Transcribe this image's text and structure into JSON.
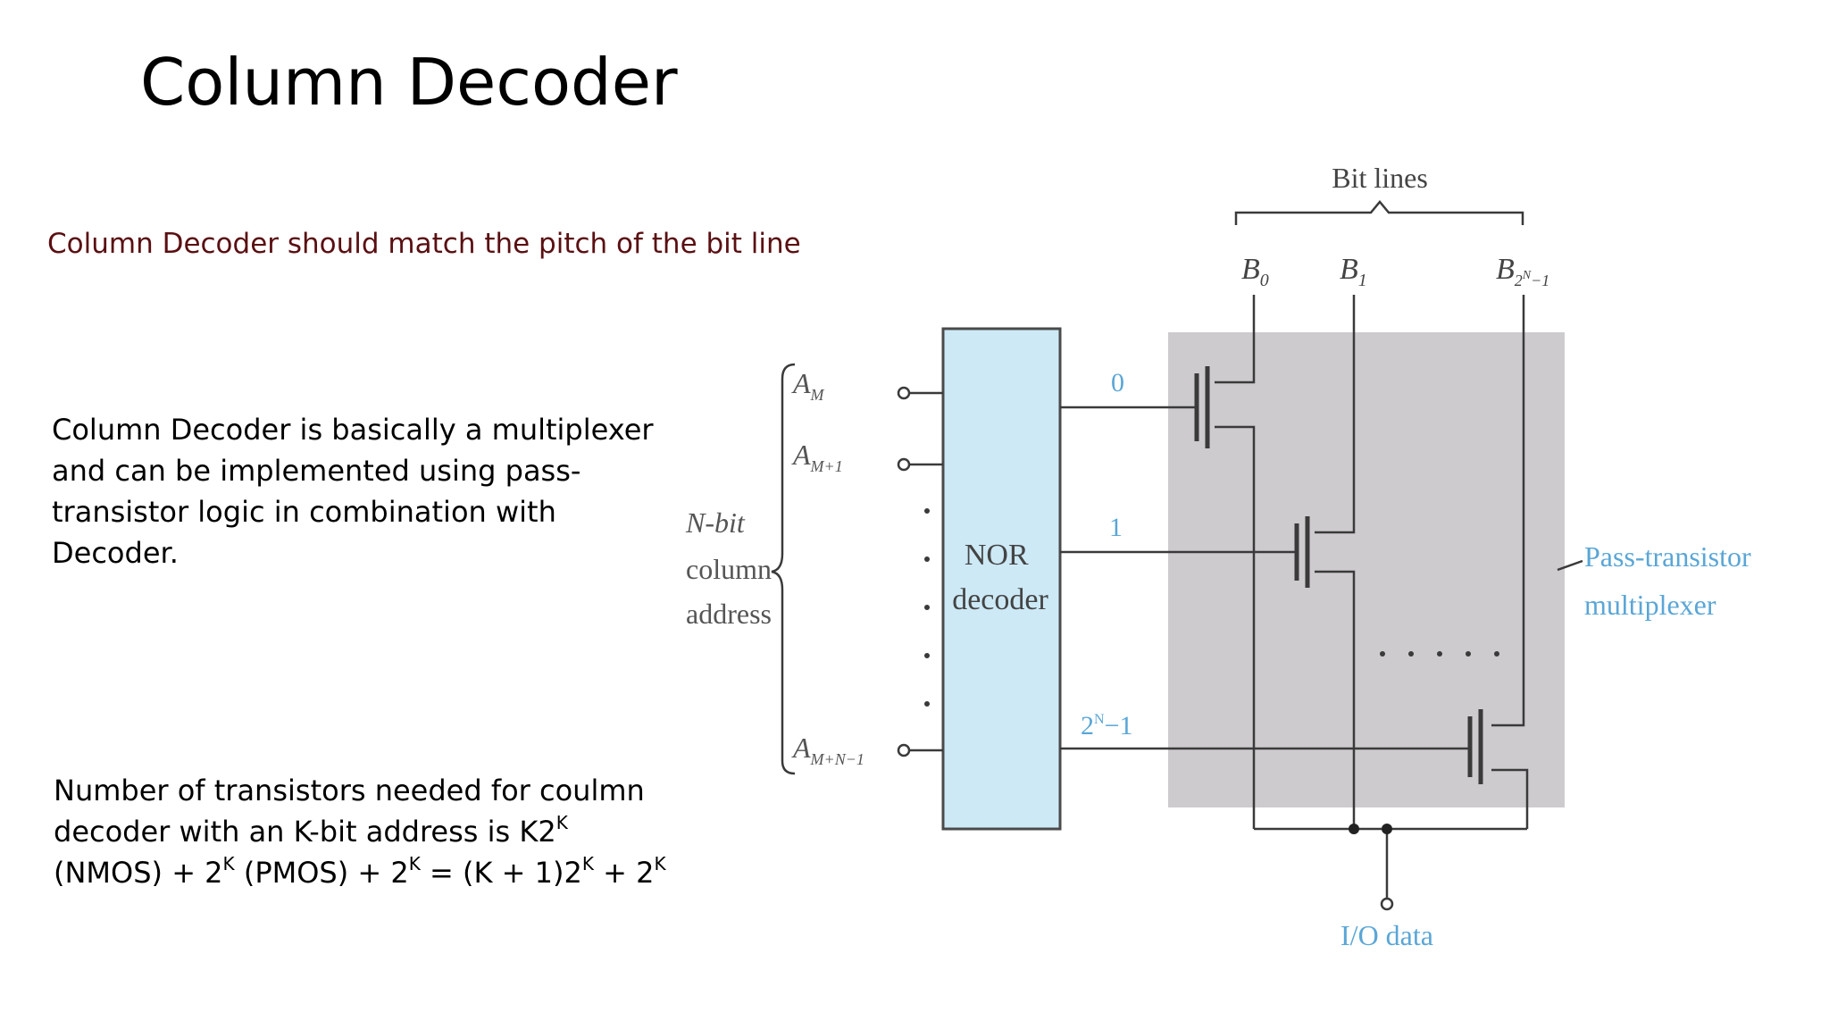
{
  "slide": {
    "title": "Column Decoder",
    "subtitle": "Column Decoder should match the pitch of the bit line",
    "subtitle_color": "#5a0f12",
    "paragraph1_lines": [
      "Column Decoder is basically a multiplexer",
      "and can be implemented using pass-",
      "transistor logic in combination with",
      "Decoder."
    ],
    "paragraph2": {
      "line1": "Number of transistors needed for coulmn",
      "line2_text": "decoder with an K-bit address is K2",
      "line3_a": "(NMOS) + 2",
      "line3_b": " (PMOS)  + 2",
      "line3_c": " = (K + 1)2",
      "line3_d": " + 2",
      "sup": "K"
    }
  },
  "diagram": {
    "bit_lines_label": "Bit lines",
    "bit_line_labels": {
      "b0": "B",
      "b0_sub": "0",
      "b1": "B",
      "b1_sub": "1",
      "bn": "B",
      "bn_sub": "2",
      "bn_sup": "N",
      "bn_rest": "−1"
    },
    "address_label_lines": [
      "N-bit",
      "column",
      "address"
    ],
    "inputs": {
      "a0": "A",
      "a0_sub": "M",
      "a1": "A",
      "a1_sub": "M+1",
      "an": "A",
      "an_sub": "M+N−1"
    },
    "decoder_label_lines": [
      "NOR",
      "decoder"
    ],
    "outputs": {
      "o0": "0",
      "o1": "1",
      "on": "2",
      "on_sup": "N",
      "on_rest": "−1"
    },
    "mux_label_lines": [
      "Pass-transistor",
      "multiplexer"
    ],
    "io_label": "I/O data",
    "colors": {
      "decoder_fill": "#cde9f6",
      "mux_fill": "#cdcbce",
      "accent_blue": "#5aa6d6",
      "line": "#3a3a3a"
    }
  }
}
